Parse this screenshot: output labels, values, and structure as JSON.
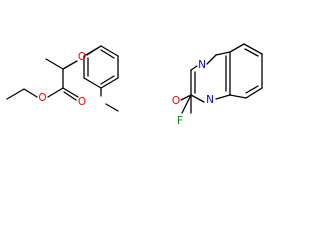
{
  "molecule": {
    "atoms": {
      "o_ester_single": "O",
      "o_carbonyl": "O",
      "o_ether_top": "O",
      "o_ether_bottom": "O",
      "n_top": "N",
      "n_bottom": "N",
      "fluorine": "F"
    },
    "colors": {
      "bond": "#000000",
      "oxygen": "#ff0000",
      "nitrogen": "#0000ff",
      "fluorine": "#0b8a0b"
    }
  }
}
